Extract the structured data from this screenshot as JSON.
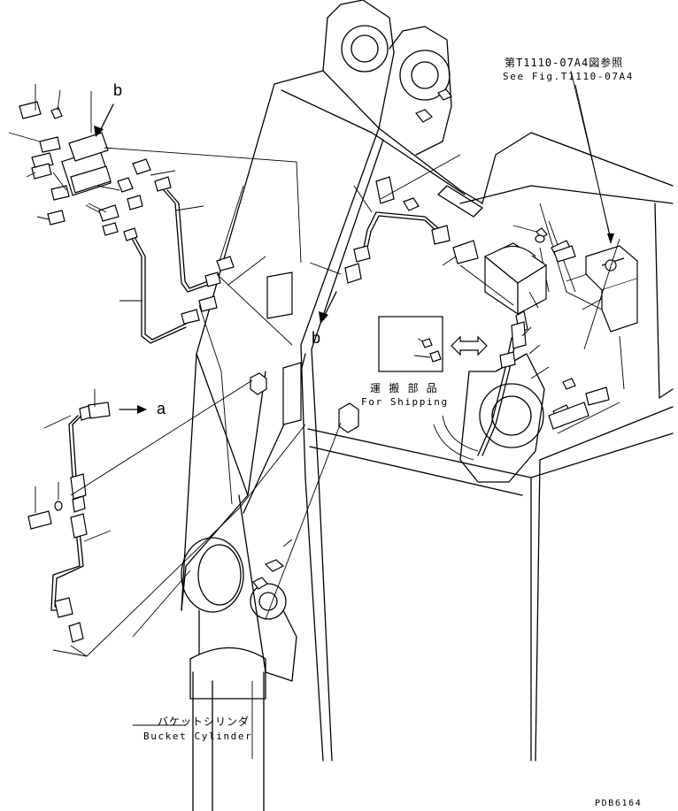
{
  "refs": {
    "ref_jp": "第T1110-07A4図参照",
    "ref_en": "See Fig.T1110-07A4"
  },
  "shipping": {
    "jp": "運 搬 部 品",
    "en": "For Shipping"
  },
  "bucket_cylinder": {
    "jp": "バケットシリンダ",
    "en": "Bucket Cylinder"
  },
  "markers": {
    "b_top": "b",
    "b_mid": "b",
    "a": "a"
  },
  "drawing_code": "PDB6164"
}
